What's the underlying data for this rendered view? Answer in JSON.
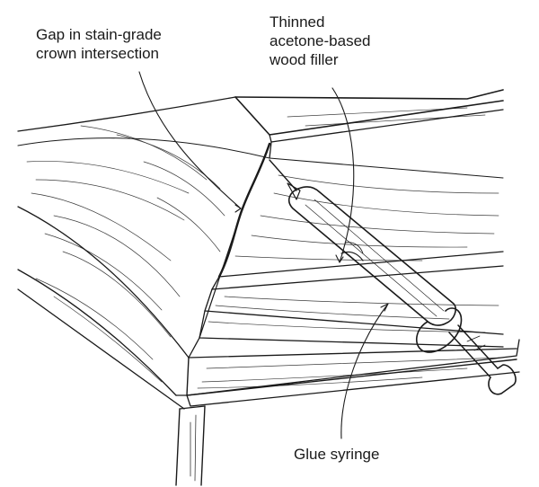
{
  "labels": {
    "gap": {
      "line1": "Gap in stain-grade",
      "line2": "crown intersection"
    },
    "filler": {
      "line1": "Thinned",
      "line2": "acetone-based",
      "line3": "wood filler"
    },
    "syringe": {
      "line1": "Glue syringe"
    }
  },
  "colors": {
    "ink": "#1a1a1a",
    "background": "#ffffff"
  }
}
